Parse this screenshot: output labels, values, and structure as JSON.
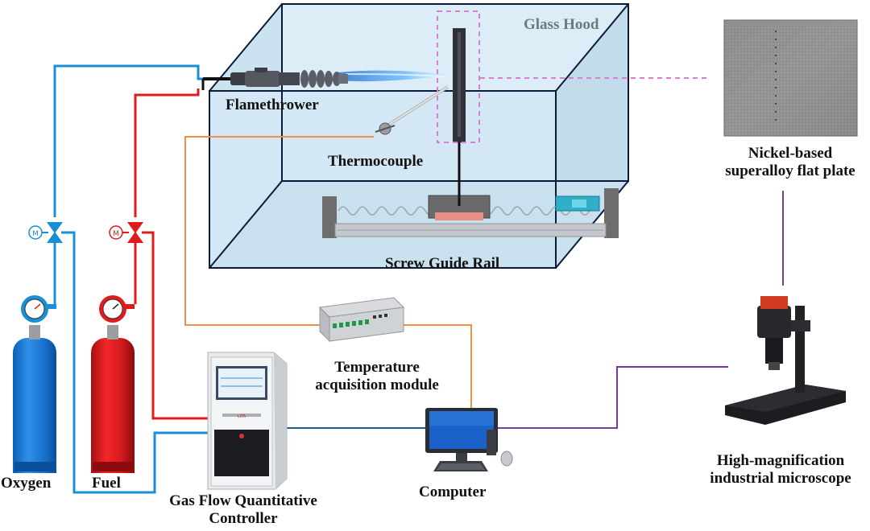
{
  "labels": {
    "glass_hood": "Glass Hood",
    "flamethrower": "Flamethrower",
    "thermocouple": "Thermocouple",
    "screw_guide_rail": "Screw Guide Rail",
    "plate_line1": "Nickel-based",
    "plate_line2": "superalloy flat plate",
    "temp_line1": "Temperature",
    "temp_line2": "acquisition module",
    "microscope_line1": "High-magnification",
    "microscope_line2": "industrial microscope",
    "oxygen": "Oxygen",
    "fuel": "Fuel",
    "controller_line1": "Gas Flow Quantitative",
    "controller_line2": "Controller",
    "computer": "Computer"
  },
  "colors": {
    "oxygen_line": "#1a8fd6",
    "fuel_line": "#e01b1b",
    "thermo_line": "#f0904a",
    "microscope_line": "#7a3a98",
    "controller_line": "#1f5a8a",
    "hood_fill": "#d6eaf5",
    "hood_edge": "#0a1a3a",
    "highlight_dash": "#d97fcf"
  },
  "icons": {
    "oxygen_cylinder": "gas-cylinder-icon",
    "fuel_cylinder": "gas-cylinder-icon",
    "valve": "valve-icon",
    "flowmeter": "flowmeter-icon",
    "computer": "desktop-computer-icon",
    "microscope": "microscope-icon",
    "daq": "data-acquisition-module-icon",
    "controller": "gas-flow-controller-icon"
  }
}
